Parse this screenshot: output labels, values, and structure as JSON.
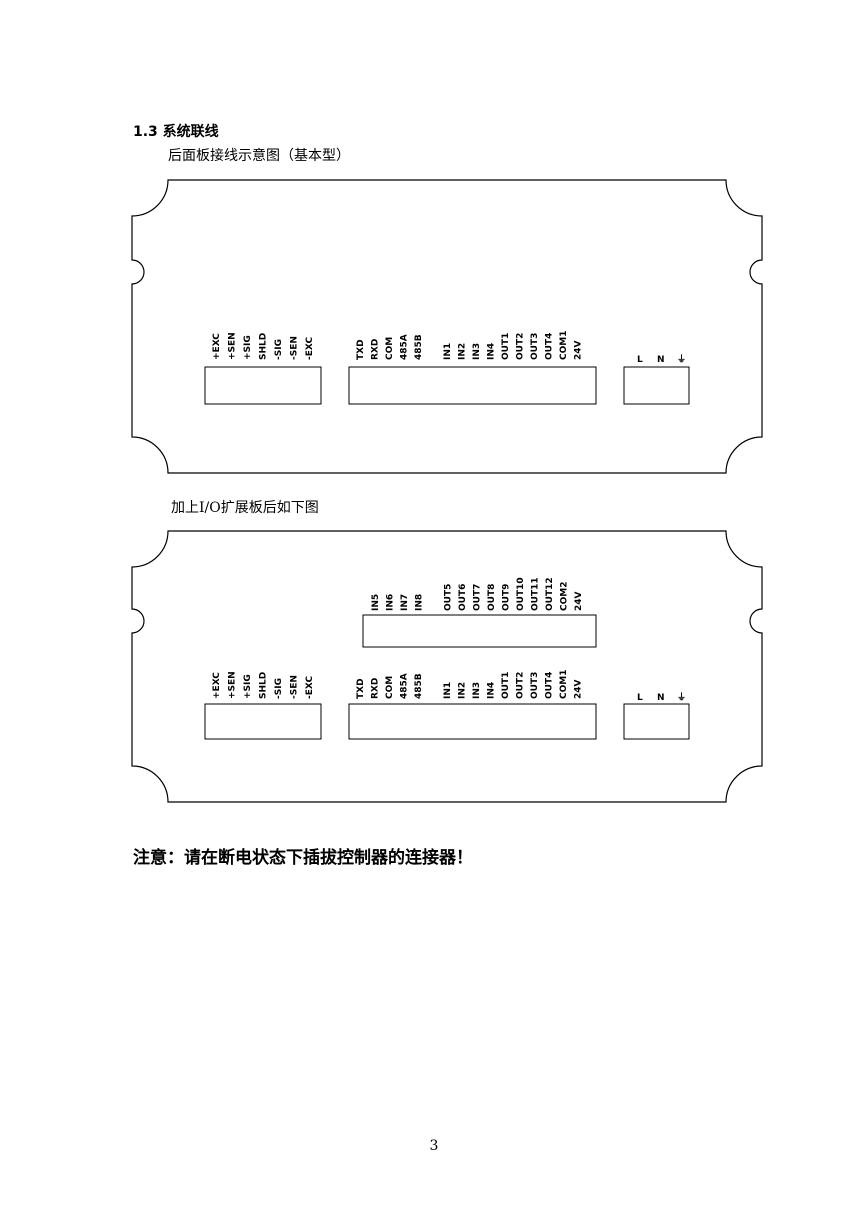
{
  "heading": "1.3 系统联线",
  "caption_basic": "后面板接线示意图（基本型）",
  "caption_expansion": "加上I/O扩展板后如下图",
  "notice": "注意：请在断电状态下插拔控制器的连接器！",
  "page_number": "3",
  "panel_basic": {
    "load_cell_terminals": [
      "+EXC",
      "+SEN",
      "+SIG",
      "SHLD",
      "-SIG",
      "-SEN",
      "-EXC"
    ],
    "io_terminals": [
      "TXD",
      "RXD",
      "COM",
      "485A",
      "485B",
      "",
      "IN1",
      "IN2",
      "IN3",
      "IN4",
      "OUT1",
      "OUT2",
      "OUT3",
      "OUT4",
      "COM1",
      "24V"
    ],
    "power_terminals": [
      "L",
      "N",
      "⏚"
    ]
  },
  "panel_expansion": {
    "expansion_terminals": [
      "IN5",
      "IN6",
      "IN7",
      "IN8",
      "",
      "OUT5",
      "OUT6",
      "OUT7",
      "OUT8",
      "OUT9",
      "OUT10",
      "OUT11",
      "OUT12",
      "COM2",
      "24V"
    ],
    "load_cell_terminals": [
      "+EXC",
      "+SEN",
      "+SIG",
      "SHLD",
      "-SIG",
      "-SEN",
      "-EXC"
    ],
    "io_terminals": [
      "TXD",
      "RXD",
      "COM",
      "485A",
      "485B",
      "",
      "IN1",
      "IN2",
      "IN3",
      "IN4",
      "OUT1",
      "OUT2",
      "OUT3",
      "OUT4",
      "COM1",
      "24V"
    ],
    "power_terminals": [
      "L",
      "N",
      "⏚"
    ]
  }
}
